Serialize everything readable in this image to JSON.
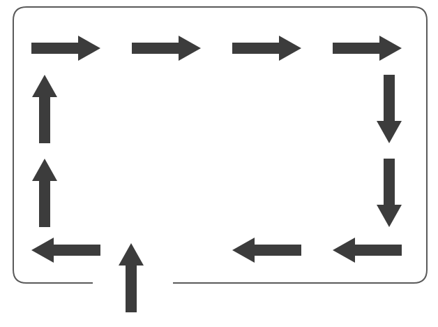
{
  "diagram": {
    "colors": {
      "arrow": "#3c3c3c",
      "frame": "#5a5a5a",
      "background": "#ffffff"
    },
    "frame": {
      "has_entry_gap": true
    },
    "arrows": [
      {
        "id": "entry-arrow-up",
        "icon": "arrow-up-icon",
        "direction": "up"
      },
      {
        "id": "top-arrow-right-1",
        "icon": "arrow-right-icon",
        "direction": "right"
      },
      {
        "id": "top-arrow-right-2",
        "icon": "arrow-right-icon",
        "direction": "right"
      },
      {
        "id": "top-arrow-right-3",
        "icon": "arrow-right-icon",
        "direction": "right"
      },
      {
        "id": "top-arrow-right-4",
        "icon": "arrow-right-icon",
        "direction": "right"
      },
      {
        "id": "right-arrow-down-1",
        "icon": "arrow-down-icon",
        "direction": "down"
      },
      {
        "id": "right-arrow-down-2",
        "icon": "arrow-down-icon",
        "direction": "down"
      },
      {
        "id": "bottom-arrow-left-1",
        "icon": "arrow-left-icon",
        "direction": "left"
      },
      {
        "id": "bottom-arrow-left-2",
        "icon": "arrow-left-icon",
        "direction": "left"
      },
      {
        "id": "bottom-arrow-left-3",
        "icon": "arrow-left-icon",
        "direction": "left"
      },
      {
        "id": "left-arrow-up-1",
        "icon": "arrow-up-icon",
        "direction": "up"
      },
      {
        "id": "left-arrow-up-2",
        "icon": "arrow-up-icon",
        "direction": "up"
      }
    ]
  }
}
